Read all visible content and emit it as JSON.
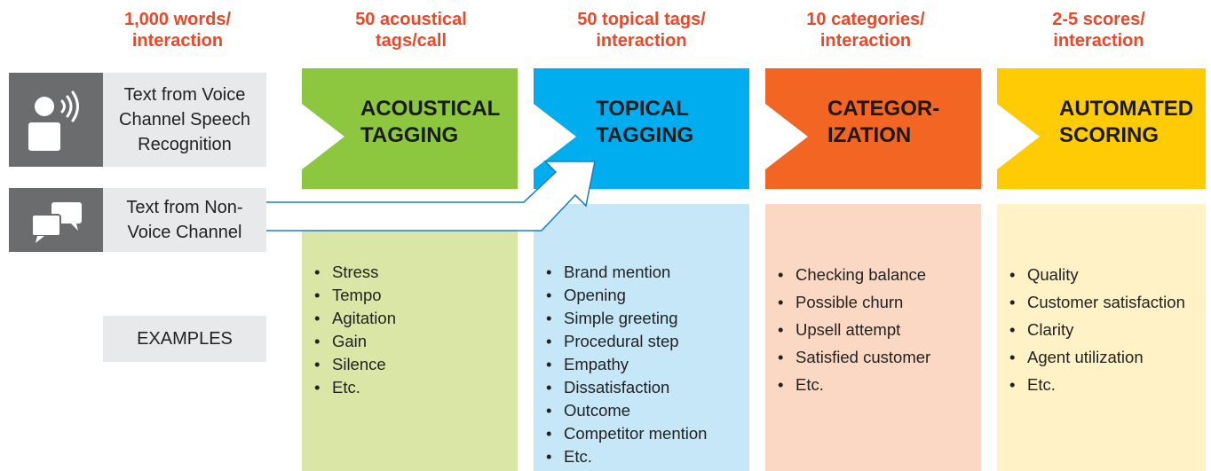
{
  "metrics": [
    "1,000 words/\ninteraction",
    "50 acoustical\ntags/call",
    "50 topical tags/\ninteraction",
    "10 categories/\ninteraction",
    "2-5 scores/\ninteraction"
  ],
  "sources": {
    "voice": {
      "label": "Text from Voice\nChannel Speech\nRecognition",
      "icon": "person-speaking-icon"
    },
    "nonvoice": {
      "label": "Text from Non-\nVoice Channel",
      "icon": "chat-bubbles-icon"
    }
  },
  "examples_label": "EXAMPLES",
  "stages": [
    {
      "title": "ACOUSTICAL\nTAGGING",
      "color": "#8dc63f",
      "light": "#d9e6a5",
      "items": [
        "Stress",
        "Tempo",
        "Agitation",
        "Gain",
        "Silence",
        "Etc."
      ]
    },
    {
      "title": "TOPICAL\nTAGGING",
      "color": "#00aeef",
      "light": "#c6e7f7",
      "items": [
        "Brand mention",
        "Opening",
        "Simple greeting",
        "Procedural step",
        "Empathy",
        "Dissatisfaction",
        "Outcome",
        "Competitor mention",
        "Etc."
      ]
    },
    {
      "title": "CATEGOR-\nIZATION",
      "color": "#f26522",
      "light": "#fbd8c3",
      "items": [
        "Checking balance",
        "Possible churn",
        "Upsell attempt",
        "Satisfied customer",
        "Etc."
      ]
    },
    {
      "title": "AUTOMATED\nSCORING",
      "color": "#ffcb05",
      "light": "#fff2c6",
      "items": [
        "Quality",
        "Customer satisfaction",
        "Clarity",
        "Agent utilization",
        "Etc."
      ]
    }
  ]
}
